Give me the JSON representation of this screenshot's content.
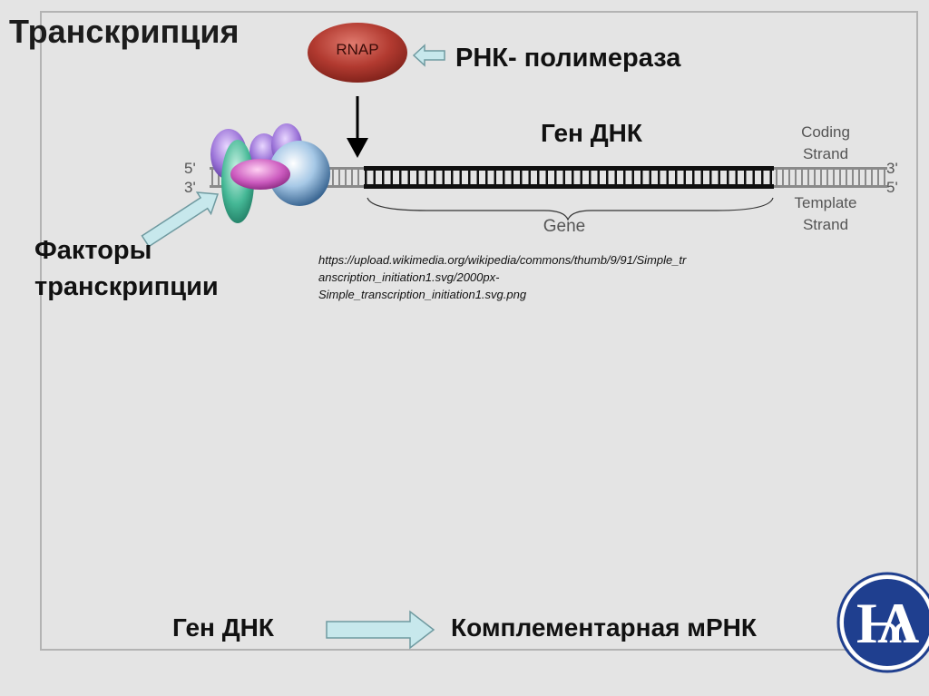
{
  "title": "Транскрипция",
  "rnap": {
    "enzyme_text": "RNAP",
    "label": "РНК- полимераза"
  },
  "gene_label": "Ген ДНК",
  "factors_label": {
    "line1": "Факторы",
    "line2": "транскрипции"
  },
  "strands": {
    "five_prime": "5'",
    "three_prime": "3'",
    "coding_line1": "Coding",
    "coding_line2": "Strand",
    "template_line1": "Template",
    "template_line2": "Strand",
    "gene": "Gene"
  },
  "url": {
    "line1": "https://upload.wikimedia.org/wikipedia/commons/thumb/9/91/Simple_tr",
    "line2": "anscription_initiation1.svg/2000px-",
    "line3": "Simple_transcription_initiation1.svg.png"
  },
  "bottom": {
    "from": "Ген ДНК",
    "to": "Комплементарная мРНК"
  },
  "logo": {
    "letter": "Ѩ",
    "color": "#1f3f8f"
  },
  "colors": {
    "background": "#e4e4e4",
    "rnap": "#a8322a",
    "arrow_fill": "#c7e8ec",
    "arrow_stroke": "#6f9aa0",
    "dna_dark": "#101010",
    "dna_light": "#8a8a8a"
  }
}
